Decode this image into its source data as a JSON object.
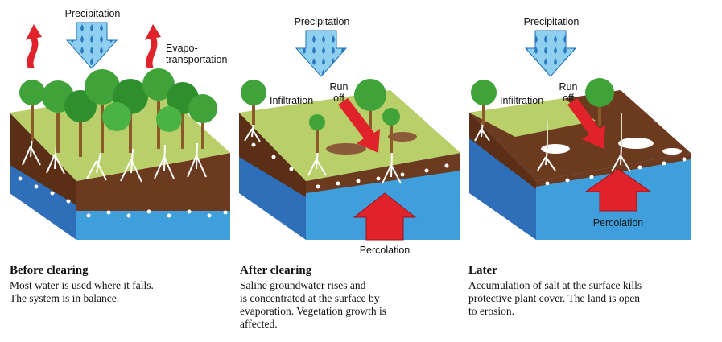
{
  "panels": [
    {
      "id": "before",
      "labels": {
        "precipitation": "Precipitation",
        "evapotranspiration": "Evapo-\ntransportation"
      },
      "caption_title": "Before clearing",
      "caption_text": "Most water is used where it falls.\nThe system is in balance."
    },
    {
      "id": "after",
      "labels": {
        "precipitation": "Precipitation",
        "infiltration": "Infiltration",
        "runoff": "Run\noff",
        "percolation": "Percolation"
      },
      "caption_title": "After clearing",
      "caption_text": "Saline groundwater rises and\nis concentrated at the surface by\nevaporation. Vegetation growth is\naffected."
    },
    {
      "id": "later",
      "labels": {
        "precipitation": "Precipitation",
        "infiltration": "Infiltration",
        "runoff": "Run\noff",
        "percolation": "Percolation"
      },
      "caption_title": "Later",
      "caption_text": "Accumulation of salt at the surface kills\nprotective plant cover. The land is open\nto erosion."
    }
  ],
  "colors": {
    "precip_arrow": "#8fd0f0",
    "red_arrow": "#e0222b",
    "grass": "#b9cf6a",
    "soil": "#6b3a1f",
    "water": "#3f9fdc",
    "water_dark": "#1e5fae",
    "tree": "#3fa33a",
    "salt": "#ffffff"
  }
}
